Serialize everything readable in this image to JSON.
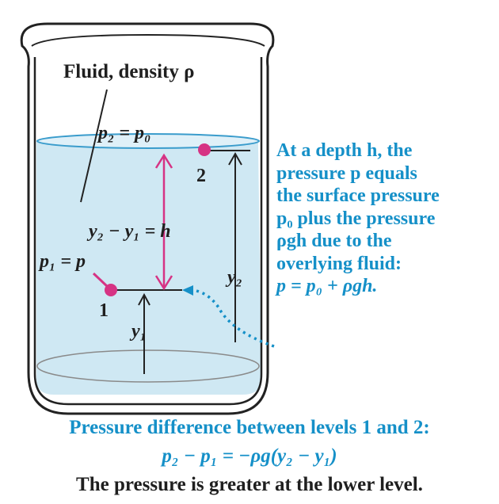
{
  "colors": {
    "fluid": "#cfe8f3",
    "surface_line": "#3a9ccc",
    "glass_outline": "#222222",
    "marker": "#d63384",
    "text_blue": "#1590c8",
    "text_dark": "#1f1f1f"
  },
  "labels": {
    "fluid": "Fluid, density ρ",
    "p2_eq": "p₂ = p₀",
    "point2": "2",
    "delta_y": "y₂ − y₁ = h",
    "p1_eq": "p₁ = p",
    "y2": "y₂",
    "point1": "1",
    "y1": "y₁"
  },
  "callout": {
    "line1": "At a depth h, the",
    "line2": "pressure p equals",
    "line3": "the surface pressure",
    "line4": "p₀ plus the pressure",
    "line5": "ρgh due to the",
    "line6": "overlying fluid:",
    "formula": "p = p₀ + ρgh."
  },
  "caption": {
    "line1": "Pressure difference between levels 1 and 2:",
    "line2": "p₂ − p₁ = −ρg(y₂ − y₁)",
    "line3": "The pressure is greater at the lower level."
  }
}
